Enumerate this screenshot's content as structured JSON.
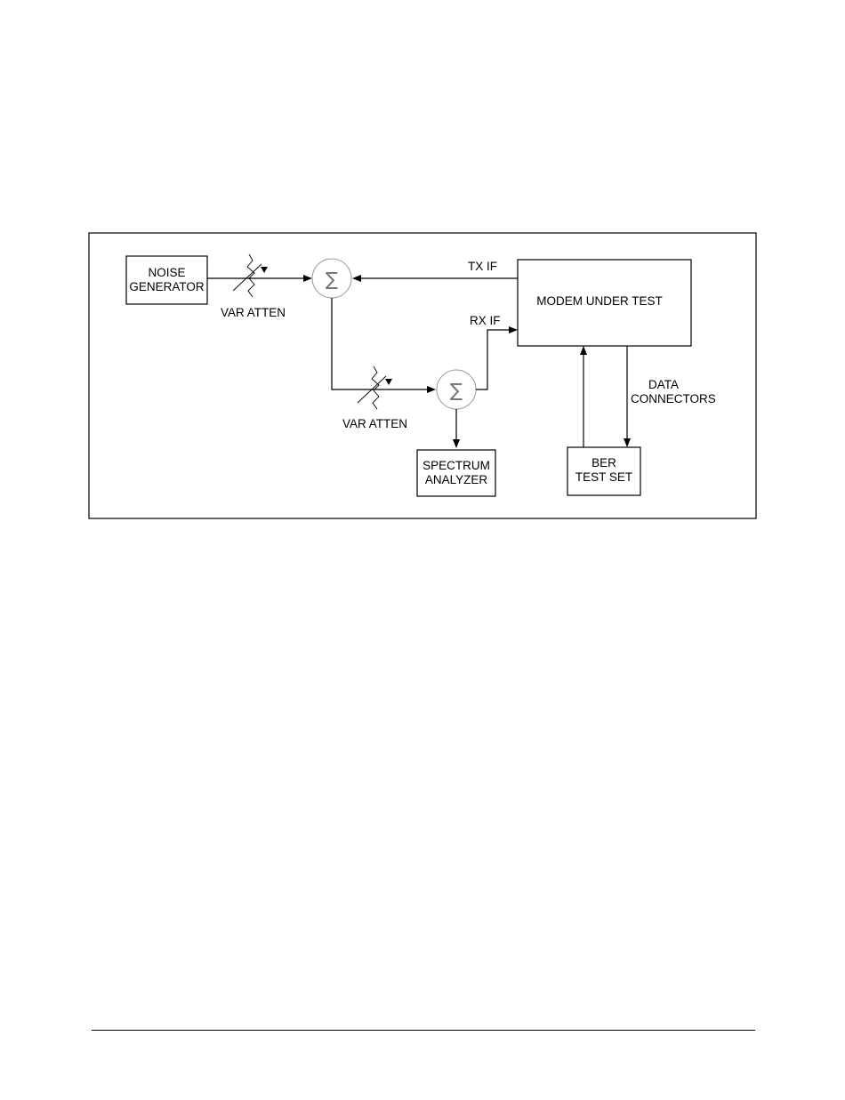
{
  "diagram": {
    "blocks": {
      "noise_generator": [
        "NOISE",
        "GENERATOR"
      ],
      "modem_under_test": "MODEM UNDER TEST",
      "spectrum_analyzer": [
        "SPECTRUM",
        "ANALYZER"
      ],
      "ber_test_set": [
        "BER",
        "TEST SET"
      ]
    },
    "labels": {
      "var_atten_1": "VAR ATTEN",
      "var_atten_2": "VAR ATTEN",
      "tx_if": "TX IF",
      "rx_if": "RX IF",
      "data_connectors": [
        "DATA",
        "CONNECTORS"
      ]
    },
    "summing_symbol": "∑"
  }
}
